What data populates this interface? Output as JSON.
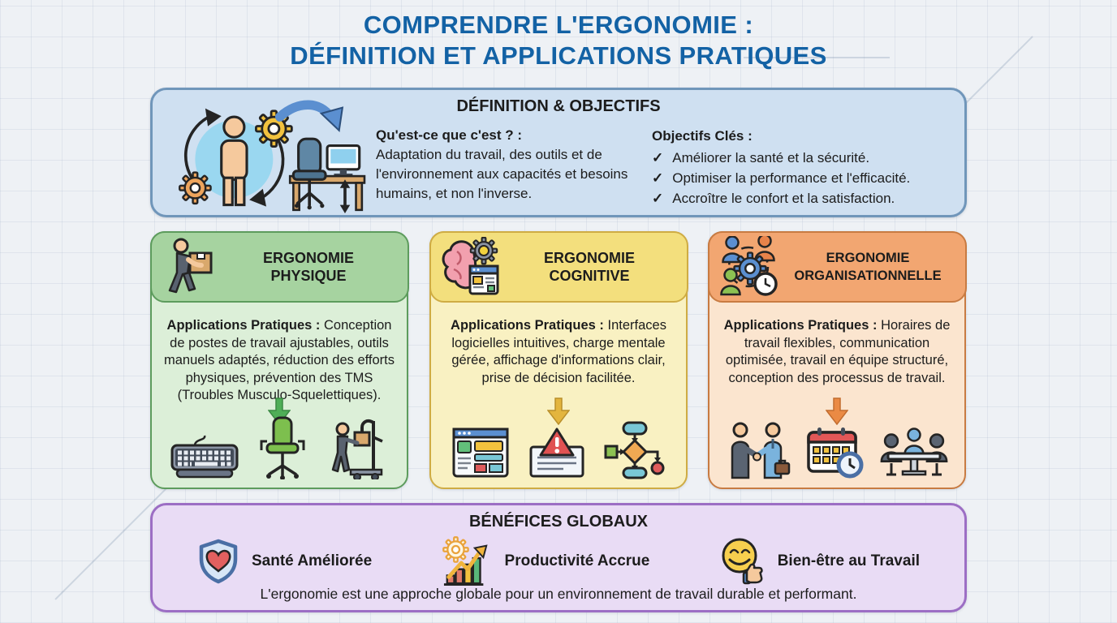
{
  "page": {
    "title_line1": "COMPRENDRE L'ERGONOMIE :",
    "title_line2": "DÉFINITION ET APPLICATIONS PRATIQUES"
  },
  "definition": {
    "title": "DÉFINITION & OBJECTIFS",
    "icon": "human-workstation-adaptation-icon",
    "what": {
      "heading": "Qu'est-ce que c'est ? :",
      "text": "Adaptation du travail, des outils et de l'environnement aux capacités et besoins humains, et non l'inverse."
    },
    "objectives": {
      "heading": "Objectifs Clés :",
      "check_glyph": "✓",
      "items": [
        "Améliorer la santé et la sécurité.",
        "Optimiser la performance et l'efficacité.",
        "Accroître le confort et la satisfaction."
      ]
    }
  },
  "pillars": [
    {
      "title_line1": "ERGONOMIE",
      "title_line2": "PHYSIQUE",
      "lead": "Applications Pratiques :",
      "text": " Conception de postes de travail ajustables, outils manuels adaptés, réduction des efforts physiques, prévention des TMS (Troubles Musculo-Squelettiques).",
      "icon": "worker-carrying-box-icon",
      "bottom_icons": [
        "keyboard-icon",
        "ergonomic-chair-icon",
        "lifting-aid-icon"
      ],
      "accent": "#4fae57"
    },
    {
      "title_line1": "ERGONOMIE",
      "title_line2": "COGNITIVE",
      "lead": "Applications Pratiques :",
      "text": " Interfaces logicielles intuitives, charge mentale gérée, affichage d'informations clair, prise de décision facilitée.",
      "icon": "brain-gear-interface-icon",
      "bottom_icons": [
        "ui-layout-icon",
        "alert-document-icon",
        "flowchart-icon"
      ],
      "accent": "#e3b53e"
    },
    {
      "title_line1": "ERGONOMIE",
      "title_line2": "ORGANISATIONNELLE",
      "lead": "Applications Pratiques :",
      "text": " Horaires de travail flexibles, communication optimisée, travail en équipe structuré, conception des processus de travail.",
      "icon": "team-process-clock-icon",
      "bottom_icons": [
        "handshake-icon",
        "calendar-clock-icon",
        "team-meeting-icon"
      ],
      "accent": "#ea8a44"
    }
  ],
  "benefits": {
    "title": "BÉNÉFICES GLOBAUX",
    "items": [
      {
        "label": "Santé Améliorée",
        "icon": "shield-heart-icon"
      },
      {
        "label": "Productivité Accrue",
        "icon": "productivity-chart-icon"
      },
      {
        "label": "Bien-être au Travail",
        "icon": "smiley-thumbs-up-icon"
      }
    ],
    "footer": "L'ergonomie est une approche globale pour un environnement de travail durable et performant."
  },
  "colors": {
    "background": "#eef1f5",
    "title_blue": "#1362a5",
    "definition_fill": "#cfe0f1",
    "definition_border": "#7096ba",
    "physical_header": "#a6d3a0",
    "physical_body": "#dcefd8",
    "physical_border": "#5d9c5d",
    "cognitive_header": "#f3df7d",
    "cognitive_body": "#f9f1c2",
    "cognitive_border": "#cfac44",
    "organizational_header": "#f2a671",
    "organizational_body": "#fbe5cf",
    "organizational_border": "#c87b42",
    "benefits_fill": "#e9dcf5",
    "benefits_border": "#9c6ec4"
  }
}
